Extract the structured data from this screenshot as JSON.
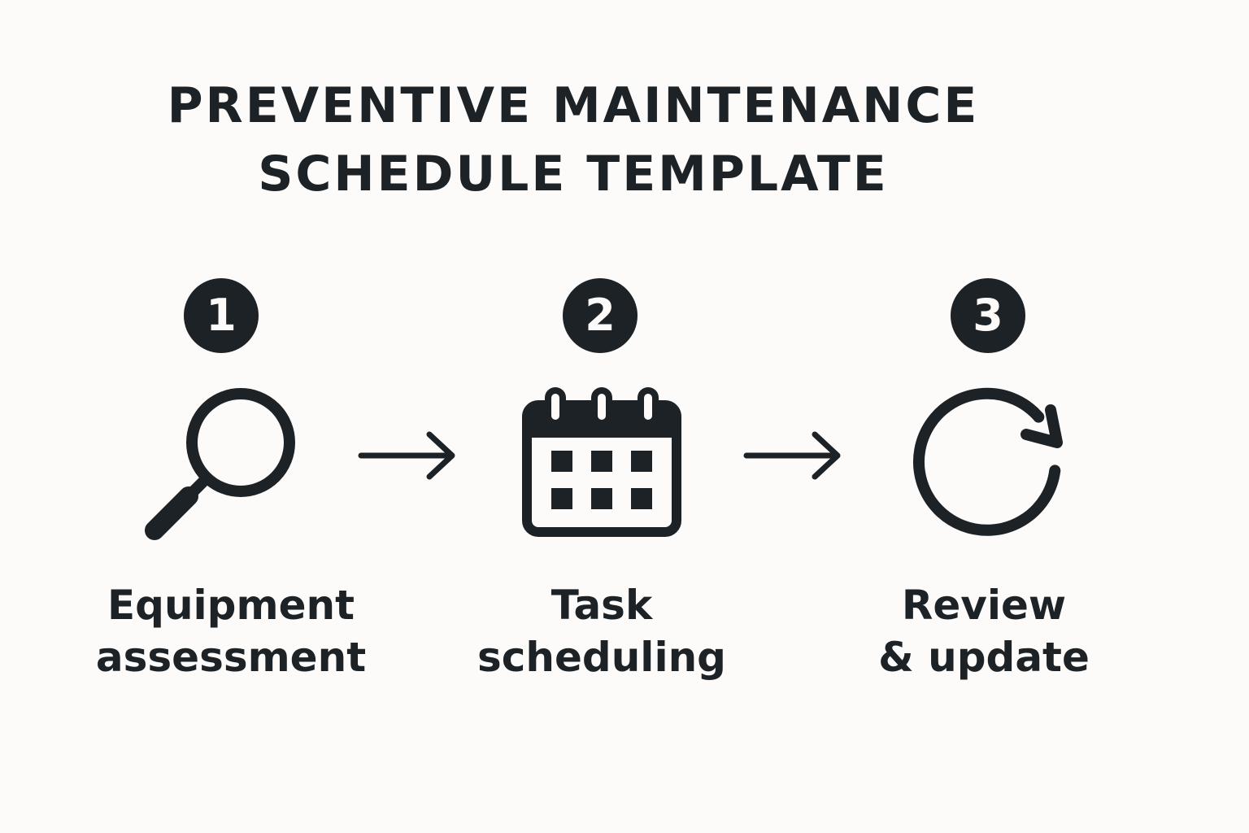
{
  "title": {
    "line1": "PREVENTIVE MAINTENANCE",
    "line2": "SCHEDULE TEMPLATE"
  },
  "colors": {
    "ink": "#1c2226",
    "background": "#fcfbf9"
  },
  "steps": [
    {
      "number": "1",
      "icon": "magnifying-glass-icon",
      "label_line1": "Equipment",
      "label_line2": "assessment"
    },
    {
      "number": "2",
      "icon": "calendar-icon",
      "label_line1": "Task",
      "label_line2": "scheduling"
    },
    {
      "number": "3",
      "icon": "refresh-icon",
      "label_line1": "Review",
      "label_line2": "& update"
    }
  ],
  "connectors": [
    {
      "icon": "arrow-right-icon"
    },
    {
      "icon": "arrow-right-icon"
    }
  ]
}
